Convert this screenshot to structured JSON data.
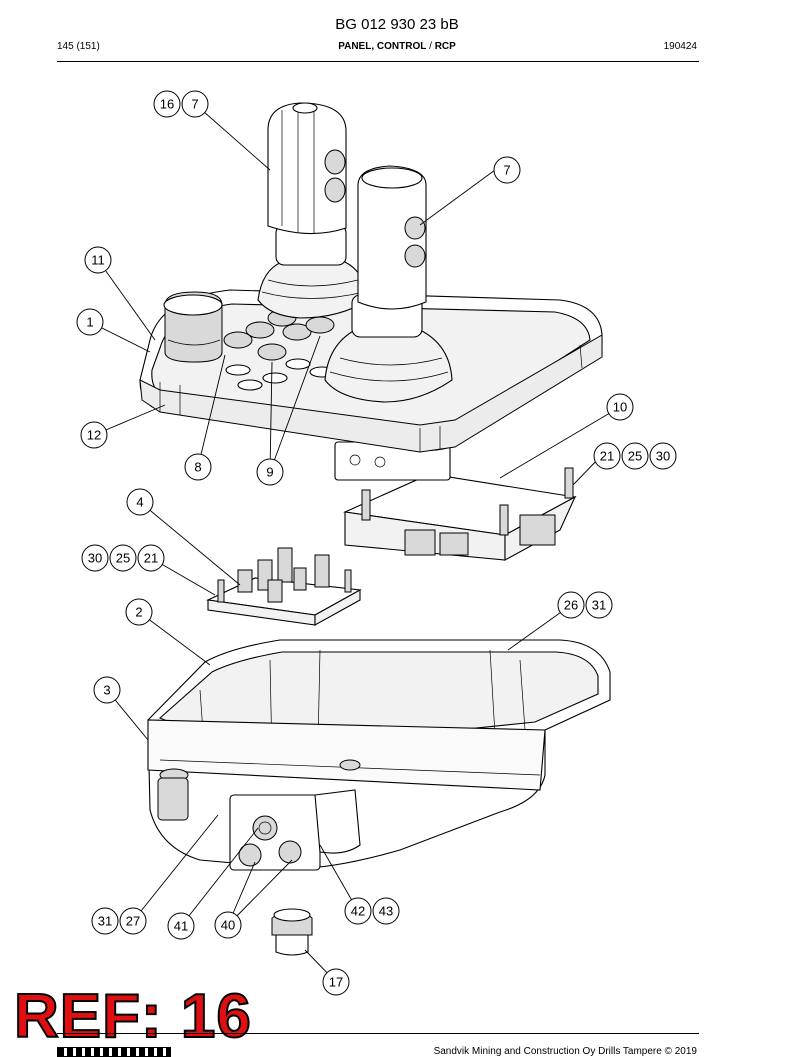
{
  "header": {
    "doc_id": "BG 012 930 23 bB",
    "page": "145 (151)",
    "title_part1": "PANEL, CONTROL",
    "title_sep": " / ",
    "title_part2": "RCP",
    "date": "190424"
  },
  "stamp": {
    "text": "REF: 16",
    "color": "#e01010"
  },
  "footer": {
    "text": "Sandvik Mining and Construction Oy Drills Tampere © 2019"
  },
  "callouts": [
    "16",
    "7",
    "7",
    "11",
    "1",
    "12",
    "10",
    "21",
    "25",
    "30",
    "8",
    "9",
    "4",
    "30",
    "25",
    "21",
    "26",
    "31",
    "2",
    "3",
    "42",
    "43",
    "31",
    "27",
    "41",
    "40",
    "17"
  ]
}
